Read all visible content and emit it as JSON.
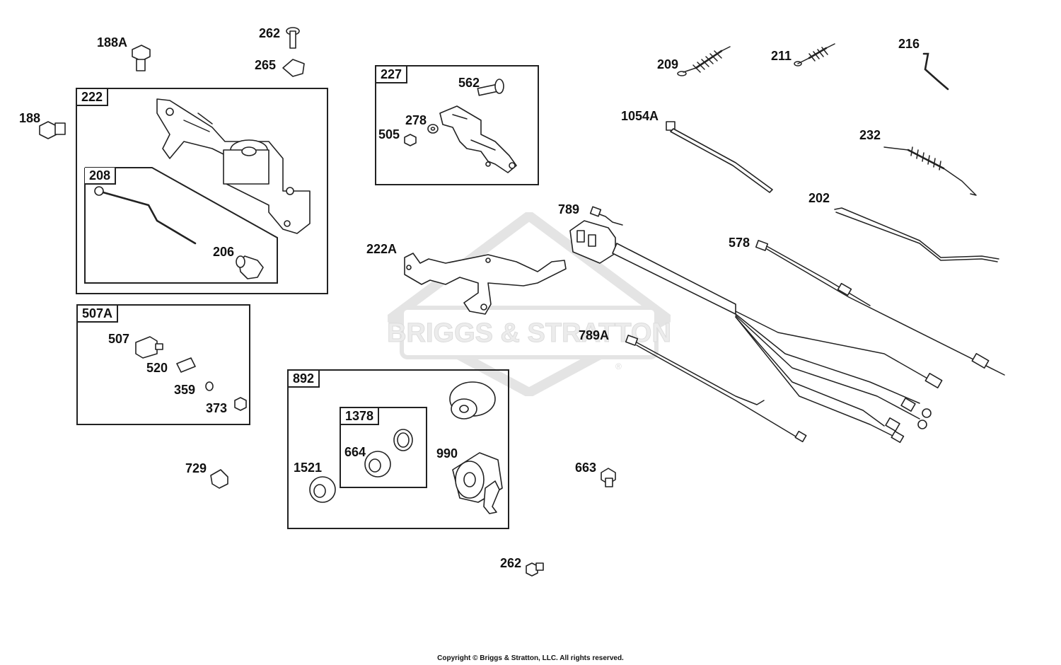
{
  "watermark": {
    "brand": "BRIGGS & STRATTON",
    "mark": "®"
  },
  "copyright": "Copyright © Briggs & Stratton, LLC. All rights reserved.",
  "boxes": {
    "b222": "222",
    "b208": "208",
    "b227": "227",
    "b507a": "507A",
    "b892": "892",
    "b1378": "1378"
  },
  "parts": {
    "p188a": "188A",
    "p262_top": "262",
    "p265": "265",
    "p188": "188",
    "p206": "206",
    "p562": "562",
    "p278": "278",
    "p505": "505",
    "p209": "209",
    "p211": "211",
    "p216": "216",
    "p1054a": "1054A",
    "p232": "232",
    "p202": "202",
    "p789": "789",
    "p578": "578",
    "p222a": "222A",
    "p789a": "789A",
    "p507": "507",
    "p520": "520",
    "p359": "359",
    "p373": "373",
    "p1521": "1521",
    "p664": "664",
    "p990": "990",
    "p729": "729",
    "p663": "663",
    "p262_bottom": "262"
  }
}
